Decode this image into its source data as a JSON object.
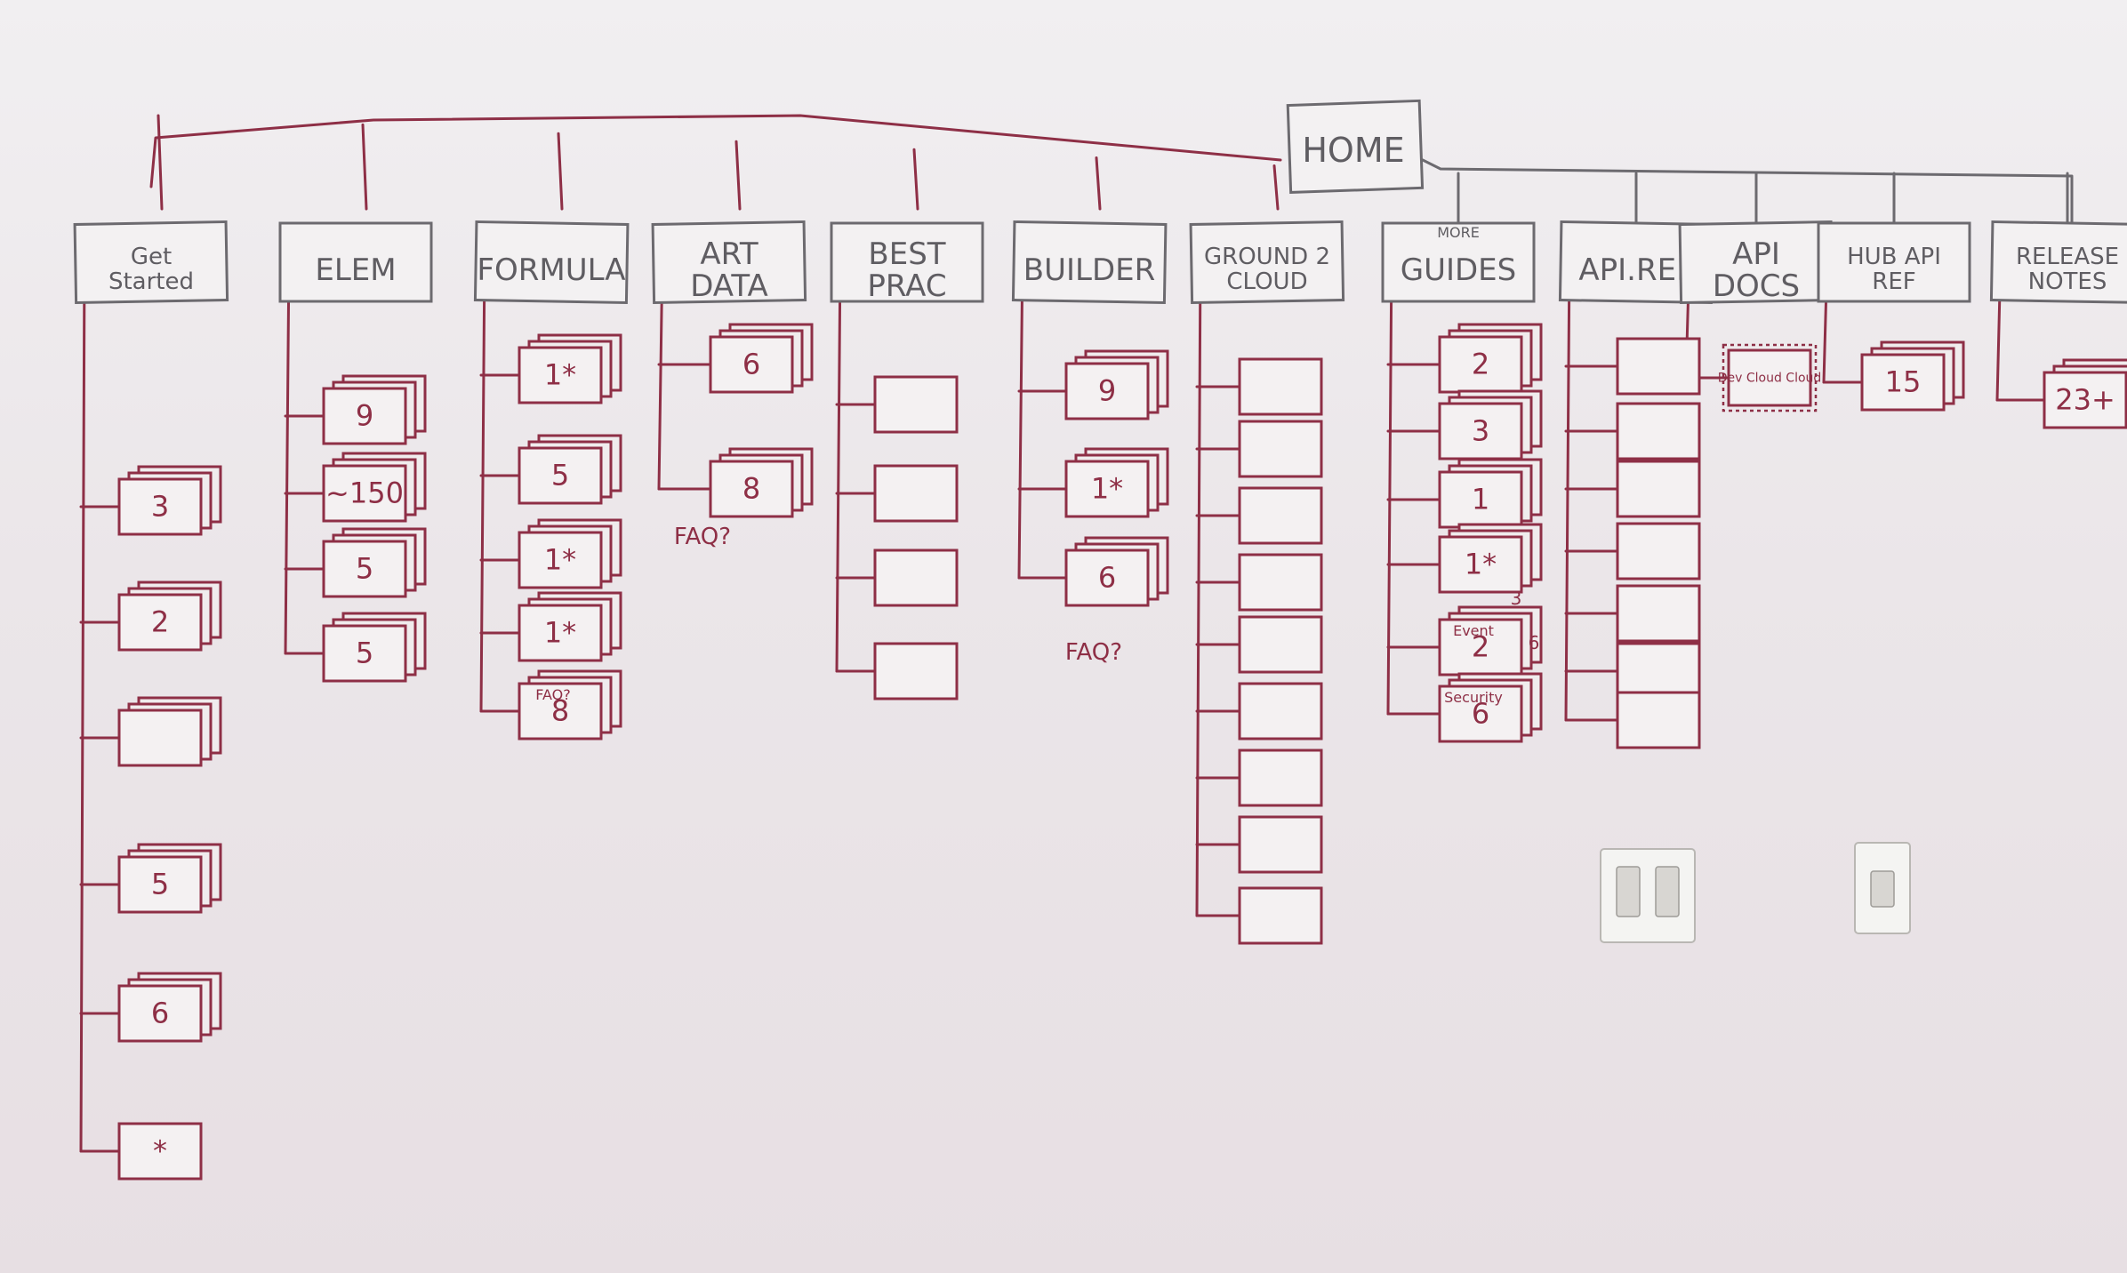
{
  "colors": {
    "board": "#ece7e9",
    "gray_marker": "#6c6a6f",
    "red_marker": "#8e2f46"
  },
  "root": {
    "label": "HOME"
  },
  "categories": [
    {
      "id": "get-started",
      "label": "Get Started",
      "children": [
        {
          "label": "3",
          "stacked": true
        },
        {
          "label": "2",
          "stacked": true
        },
        {
          "label": "",
          "stacked": true
        },
        {
          "label": "5",
          "stacked": true
        },
        {
          "label": "6",
          "stacked": true
        },
        {
          "label": "*",
          "stacked": false
        }
      ]
    },
    {
      "id": "elem",
      "label": "ELEM",
      "children": [
        {
          "label": "9",
          "stacked": true
        },
        {
          "label": "~150",
          "stacked": true
        },
        {
          "label": "5",
          "stacked": true
        },
        {
          "label": "5",
          "stacked": true
        }
      ]
    },
    {
      "id": "formula",
      "label": "FORMULA",
      "children": [
        {
          "label": "1*",
          "stacked": true
        },
        {
          "label": "5",
          "stacked": true
        },
        {
          "label": "1*",
          "stacked": true
        },
        {
          "label": "1*",
          "stacked": true
        },
        {
          "label": "8",
          "stacked": true,
          "note": "FAQ?"
        }
      ]
    },
    {
      "id": "art-data",
      "label": "ART DATA",
      "children": [
        {
          "label": "6",
          "stacked": true
        },
        {
          "label": "8",
          "stacked": true
        }
      ],
      "annotations": [
        "FAQ?"
      ]
    },
    {
      "id": "best-prac",
      "label": "BEST PRAC",
      "children": [
        {
          "label": ""
        },
        {
          "label": ""
        },
        {
          "label": ""
        },
        {
          "label": ""
        }
      ]
    },
    {
      "id": "builder",
      "label": "BUILDER",
      "children": [
        {
          "label": "9",
          "stacked": true
        },
        {
          "label": "1*",
          "stacked": true
        },
        {
          "label": "6",
          "stacked": true
        }
      ],
      "annotations": [
        "FAQ?"
      ]
    },
    {
      "id": "ground-cloud",
      "label": "GROUND 2 CLOUD",
      "children": [
        {
          "label": ""
        },
        {
          "label": ""
        },
        {
          "label": ""
        },
        {
          "label": ""
        },
        {
          "label": ""
        },
        {
          "label": ""
        },
        {
          "label": ""
        },
        {
          "label": ""
        },
        {
          "label": ""
        }
      ]
    },
    {
      "id": "guides",
      "label": "GUIDES",
      "sublabel": "MORE",
      "children": [
        {
          "label": "2",
          "stacked": true
        },
        {
          "label": "3",
          "stacked": true
        },
        {
          "label": "1",
          "stacked": true
        },
        {
          "label": "1*",
          "stacked": true
        },
        {
          "label": "2",
          "stacked": true,
          "note": "Event"
        },
        {
          "label": "6",
          "stacked": true,
          "note": "Security"
        }
      ],
      "annotations": [
        "3",
        "6"
      ]
    },
    {
      "id": "api-ref",
      "label": "API.REF",
      "children": [
        {
          "label": ""
        },
        {
          "label": ""
        },
        {
          "label": ""
        },
        {
          "label": ""
        },
        {
          "label": ""
        },
        {
          "label": ""
        },
        {
          "label": ""
        }
      ]
    },
    {
      "id": "api-docs",
      "label": "API DOCS",
      "children": [
        {
          "label": "Dev Cloud Cloud",
          "dotted": true
        }
      ]
    },
    {
      "id": "hub-api-ref",
      "label": "HUB API REF",
      "children": [
        {
          "label": "15",
          "stacked": true
        }
      ]
    },
    {
      "id": "release-notes",
      "label": "RELEASE NOTES",
      "children": [
        {
          "label": "23+",
          "stacked": true
        }
      ]
    }
  ],
  "wall_fixtures": [
    {
      "name": "dimmer-switch"
    },
    {
      "name": "light-switch"
    }
  ]
}
